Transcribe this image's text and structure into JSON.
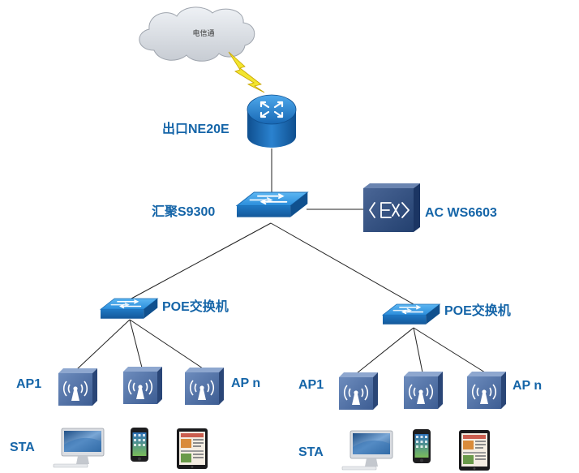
{
  "cloud": {
    "label": "电信通"
  },
  "router": {
    "label": "出口NE20E"
  },
  "aggregation": {
    "label": "汇聚S9300"
  },
  "ac": {
    "label": "AC  WS6603"
  },
  "left_branch": {
    "switch_label": "POE交换机",
    "ap_first": "AP1",
    "ap_last": "AP n",
    "sta_label": "STA"
  },
  "right_branch": {
    "switch_label": "POE交换机",
    "ap_first": "AP1",
    "ap_last": "AP n",
    "sta_label": "STA"
  },
  "icons": {
    "router": "router-icon",
    "switch": "switch-icon",
    "ac": "access-controller-icon",
    "ap": "access-point-icon",
    "desktop": "imac-icon",
    "phone": "smartphone-icon",
    "tablet": "tablet-icon",
    "link": "lightning-bolt-icon"
  },
  "colors": {
    "label": "#1565a8",
    "switch": "#1e7fd0",
    "device_dark": "#2c4a7a",
    "bolt": "#f2e52e"
  }
}
